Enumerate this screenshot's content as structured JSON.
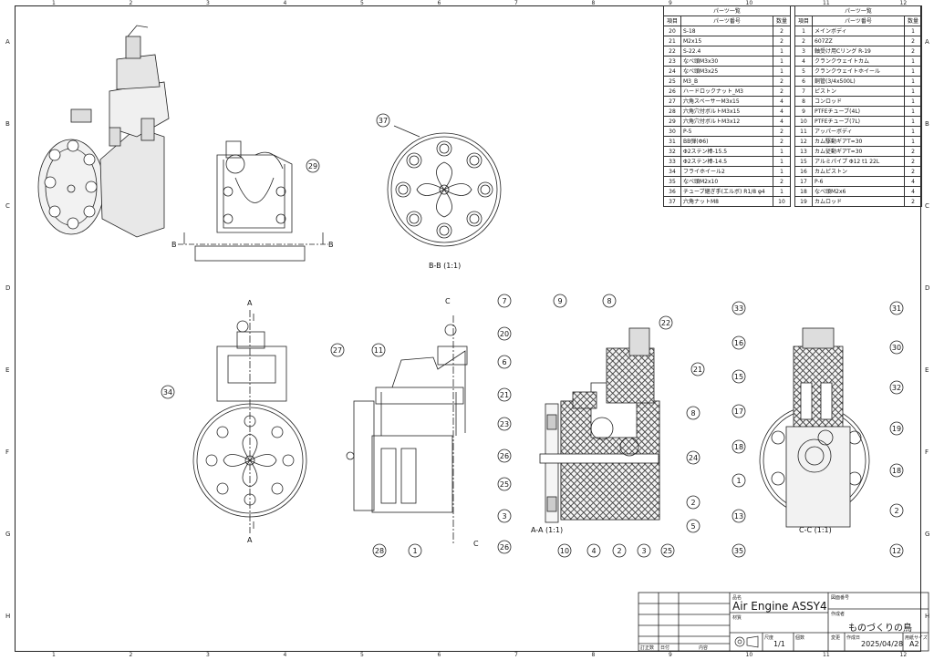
{
  "grid": {
    "columns": [
      "1",
      "2",
      "3",
      "4",
      "5",
      "6",
      "7",
      "8",
      "9",
      "10",
      "11",
      "12"
    ],
    "rows": [
      "A",
      "B",
      "C",
      "D",
      "E",
      "F",
      "G",
      "H"
    ]
  },
  "parts_list_left": {
    "title": "パーツ一覧",
    "headers": [
      "項目",
      "パーツ番号",
      "数量"
    ],
    "rows": [
      [
        "20",
        "S-18",
        "2"
      ],
      [
        "21",
        "M2x15",
        "2"
      ],
      [
        "22",
        "S-22.4",
        "1"
      ],
      [
        "23",
        "なべ頭M3x30",
        "1"
      ],
      [
        "24",
        "なべ頭M3x25",
        "1"
      ],
      [
        "25",
        "M3_B",
        "2"
      ],
      [
        "26",
        "ハードロックナット_M3",
        "2"
      ],
      [
        "27",
        "六角スペーサーM3x15",
        "4"
      ],
      [
        "28",
        "六角穴付ボルトM3x15",
        "4"
      ],
      [
        "29",
        "六角穴付ボルトM3x12",
        "4"
      ],
      [
        "30",
        "P-5",
        "2"
      ],
      [
        "31",
        "BB弾(Φ6)",
        "2"
      ],
      [
        "32",
        "Φ2ステン棒-15.5",
        "1"
      ],
      [
        "33",
        "Φ2ステン棒-14.5",
        "1"
      ],
      [
        "34",
        "フライホイール2",
        "1"
      ],
      [
        "35",
        "なべ頭M2x10",
        "2"
      ],
      [
        "36",
        "チューブ継ぎ手(エルボ) R1/8 φ4",
        "1"
      ],
      [
        "37",
        "六角ナットM8",
        "10"
      ]
    ]
  },
  "parts_list_right": {
    "title": "パーツ一覧",
    "headers": [
      "項目",
      "パーツ番号",
      "数量"
    ],
    "rows": [
      [
        "1",
        "メインボディ",
        "1"
      ],
      [
        "2",
        "607ZZ",
        "2"
      ],
      [
        "3",
        "軸受け用Cリング R-19",
        "2"
      ],
      [
        "4",
        "クランクウェイトカム",
        "1"
      ],
      [
        "5",
        "クランクウェイトホイール",
        "1"
      ],
      [
        "6",
        "銅管(3/4x500L)",
        "1"
      ],
      [
        "7",
        "ピストン",
        "1"
      ],
      [
        "8",
        "コンロッド",
        "1"
      ],
      [
        "9",
        "PTFEチューブ(4L)",
        "1"
      ],
      [
        "10",
        "PTFEチューブ(7L)",
        "1"
      ],
      [
        "11",
        "アッパーボディ",
        "1"
      ],
      [
        "12",
        "カム駆動ギアT=30",
        "1"
      ],
      [
        "13",
        "カム従動ギアT=30",
        "2"
      ],
      [
        "15",
        "アルミパイプ Φ12 t1 22L",
        "2"
      ],
      [
        "16",
        "カムピストン",
        "2"
      ],
      [
        "17",
        "P-6",
        "4"
      ],
      [
        "18",
        "なべ頭M2x6",
        "4"
      ],
      [
        "19",
        "カムロッド",
        "2"
      ]
    ]
  },
  "views": {
    "bb_title": "B-B (1:1)",
    "aa_title": "A-A (1:1)",
    "cc_title": "C-C (1:1)",
    "section_b": "B",
    "section_a": "A",
    "section_c": "C"
  },
  "balloons": {
    "bb": [
      "37"
    ],
    "side": [
      "29"
    ],
    "front": [
      "34"
    ],
    "right_side": [
      "27",
      "11",
      "28",
      "1"
    ],
    "aa": [
      "7",
      "9",
      "8",
      "22",
      "20",
      "6",
      "21",
      "21",
      "23",
      "8",
      "26",
      "24",
      "25",
      "3",
      "2",
      "26",
      "5",
      "10",
      "4",
      "2",
      "3",
      "25"
    ],
    "cc": [
      "33",
      "31",
      "16",
      "30",
      "15",
      "32",
      "17",
      "19",
      "18",
      "18",
      "1",
      "2",
      "13",
      "35",
      "12"
    ]
  },
  "title_block": {
    "name_label": "品名",
    "name": "Air Engine ASSY4",
    "material_label": "材質",
    "drawing_no_label": "図面番号",
    "author_label": "作成者",
    "author": "ものづくりの鳥",
    "scale_label": "尺度",
    "scale": "1/1",
    "count_label": "個数",
    "change_label": "変更",
    "date_label": "作成日",
    "date": "2025/04/28",
    "size_label": "用紙サイズ",
    "size": "A2",
    "revision_label": "訂正数",
    "rev_date_label": "日付",
    "content_label": "内容"
  }
}
